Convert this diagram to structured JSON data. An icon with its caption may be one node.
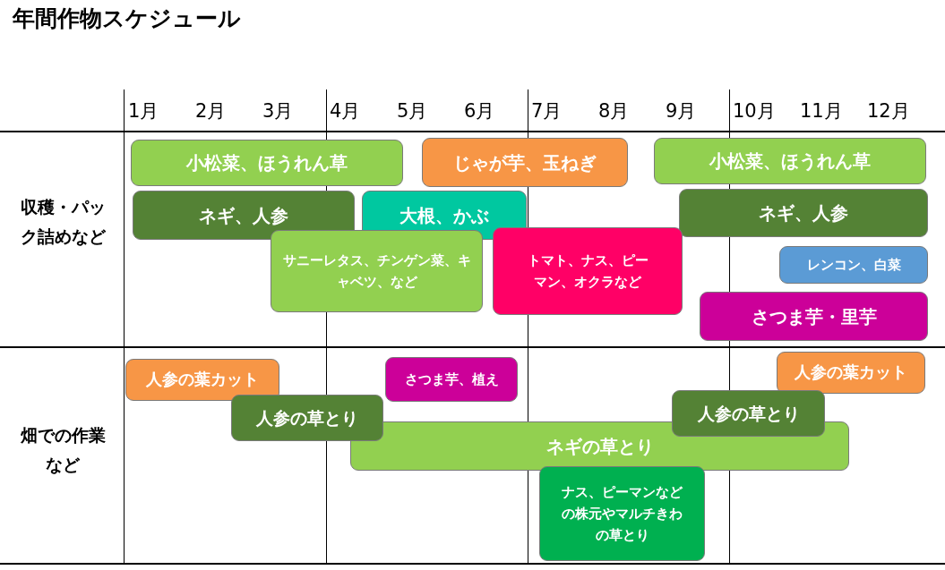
{
  "diagram": {
    "title": "年間作物スケジュール",
    "nodes": [
      {
        "text": [
          "小松菜、ほうれん草"
        ]
      },
      {
        "text": [
          "じゃが芋、玉ねぎ"
        ]
      },
      {
        "text": [
          "小松菜、ほうれん草"
        ]
      },
      {
        "text": [
          "ネギ、人参"
        ]
      },
      {
        "text": [
          "大根、かぶ"
        ]
      },
      {
        "text": [
          "ネギ、人参"
        ]
      },
      {
        "text": [
          "サニーレタス、チンゲン菜、キャベツ、など"
        ]
      },
      {
        "text": [
          "トマト、ナス、ピーマン、オクラなど"
        ]
      },
      {
        "text": [
          "レンコン、白菜"
        ]
      },
      {
        "text": [
          "さつま芋・里芋"
        ]
      },
      {
        "text": [
          "人参の葉カット"
        ]
      },
      {
        "text": [
          "さつま芋、植え"
        ]
      },
      {
        "text": [
          "人参の葉カット"
        ]
      },
      {
        "text": [
          "人参の草とり"
        ]
      },
      {
        "text": [
          "人参の草とり"
        ]
      },
      {
        "text": [
          "ネギの草とり"
        ]
      },
      {
        "text": [
          "ナス、ピーマンなどの株元やマルチきわの草とり"
        ]
      }
    ],
    "labels": [
      "1月",
      "2月",
      "3月",
      "4月",
      "5月",
      "6月",
      "7月",
      "8月",
      "9月",
      "10月",
      "11月",
      "12月",
      "収穫・パック詰めなど",
      "畑での作業など"
    ]
  }
}
